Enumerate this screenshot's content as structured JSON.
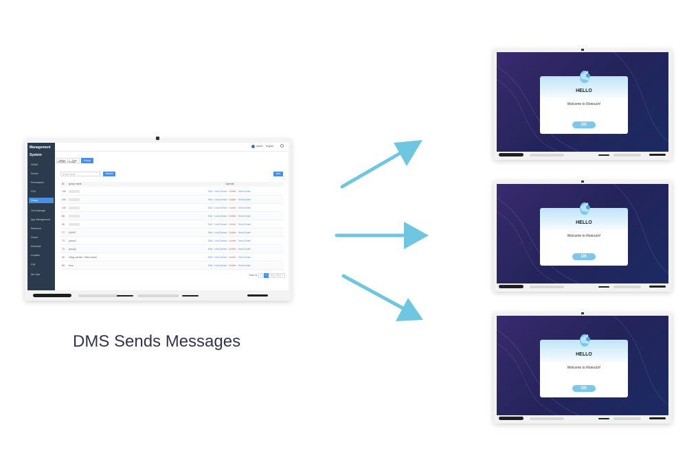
{
  "caption": "DMS Sends Messages",
  "dms": {
    "sidebar": {
      "title": "Management",
      "subtitle": "System",
      "items": [
        "HOME",
        "Screen",
        "Permissions",
        "OTA",
        "Group",
        "Cmd Manage",
        "App Management",
        "Resource",
        "Check",
        "Schedule",
        "Location",
        "Log",
        "Set User"
      ]
    },
    "topbar": {
      "user": "admin",
      "lang": "English"
    },
    "tabs": [
      "Index",
      "Data",
      "Group"
    ],
    "breadcrumb": "HOME / Group",
    "search": {
      "placeholder": "group name",
      "button": "Search"
    },
    "add_button": "Add",
    "table": {
      "headers": [
        "ID",
        "group name",
        "Operate"
      ],
      "rows": [
        {
          "id": "105",
          "name": ""
        },
        {
          "id": "104",
          "name": ""
        },
        {
          "id": "103",
          "name": ""
        },
        {
          "id": "86",
          "name": ""
        },
        {
          "id": "85",
          "name": ""
        },
        {
          "id": "77",
          "name": "DA007"
        },
        {
          "id": "73",
          "name": "group1"
        },
        {
          "id": "72",
          "name": "group2"
        },
        {
          "id": "66",
          "name": "Gitag cashier / lifted active"
        },
        {
          "id": "65",
          "name": "floor"
        }
      ],
      "ops": {
        "edit": "Edit",
        "link": "Link Device",
        "delete": "Delete",
        "send": "Send Order"
      }
    },
    "pager": {
      "label": "Total 14",
      "pages": [
        "1",
        "2",
        "3"
      ]
    }
  },
  "dialog": {
    "title": "HELLO",
    "message": "Welcome to Riotouch!",
    "ok": "OK"
  },
  "colors": {
    "arrow": "#6ec6e0",
    "caption": "#2f3550",
    "accent": "#4a90e2",
    "ok_button": "#7cc7ea"
  }
}
